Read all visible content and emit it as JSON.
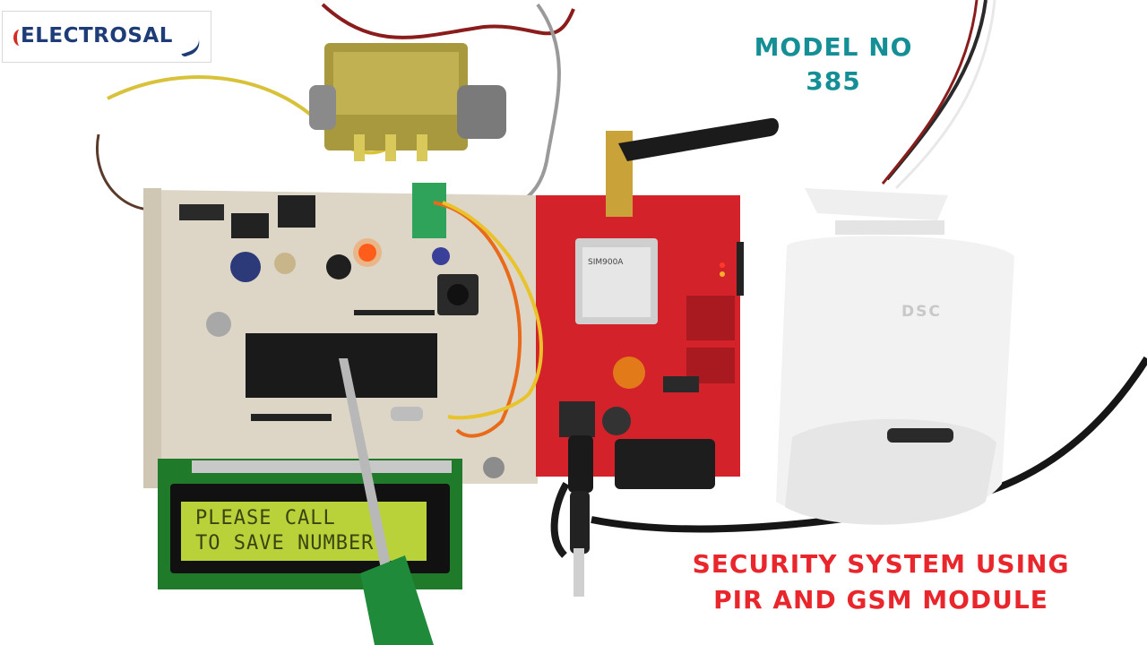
{
  "logo": {
    "text": "ELECTROSAL"
  },
  "model": {
    "line1": "MODEL NO",
    "line2": "385"
  },
  "caption": {
    "line1": "SECURITY SYSTEM USING",
    "line2": "PIR AND GSM MODULE"
  },
  "lcd": {
    "line1": "PLEASE CALL",
    "line2": "TO SAVE NUMBER"
  },
  "gsm_chip": {
    "label": "SIM900A"
  },
  "sensor": {
    "brand": "DSC"
  },
  "colors": {
    "model_text": "#148f96",
    "caption_text": "#e8262c",
    "logo_blue": "#1d3c78",
    "logo_red": "#d42b24",
    "lcd_background": "#b9d23a",
    "gsm_board": "#d4222a"
  }
}
